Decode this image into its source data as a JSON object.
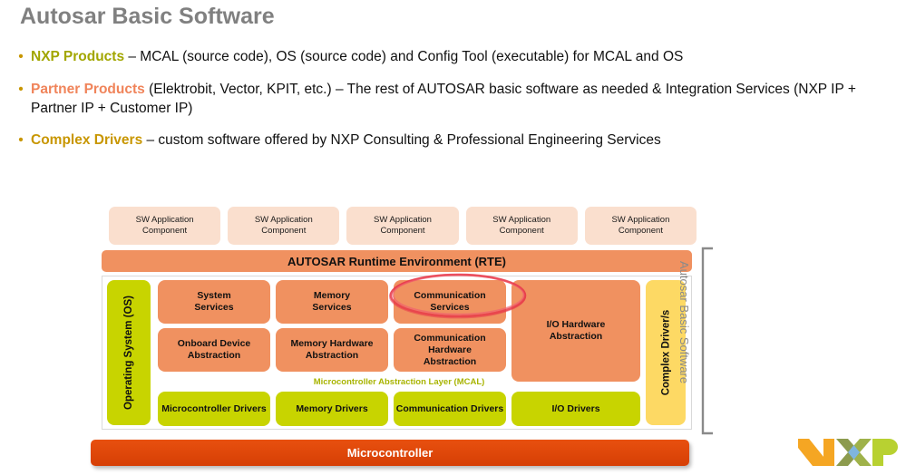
{
  "slide": {
    "title": "Autosar Basic Software",
    "bullet_marker": "•"
  },
  "bullets": [
    {
      "lead": "NXP Products",
      "lead_color": "#A2A600",
      "rest": " – MCAL (source code), OS (source code) and Config Tool (executable) for MCAL and OS"
    },
    {
      "lead": "Partner Products",
      "lead_color": "#F0845A",
      "rest": " (Elektrobit, Vector, KPIT, etc.) – The rest of AUTOSAR basic software as needed & Integration Services (NXP IP + Partner IP + Customer IP)"
    },
    {
      "lead": "Complex Drivers",
      "lead_color": "#C89600",
      "rest": " – custom software offered by NXP Consulting & Professional Engineering Services"
    }
  ],
  "diagram": {
    "sw_components": [
      {
        "line1": "SW Application",
        "line2": "Component"
      },
      {
        "line1": "SW Application",
        "line2": "Component"
      },
      {
        "line1": "SW Application",
        "line2": "Component"
      },
      {
        "line1": "SW Application",
        "line2": "Component"
      },
      {
        "line1": "SW Application",
        "line2": "Component"
      }
    ],
    "rte_label": "AUTOSAR Runtime Environment (RTE)",
    "os_label": "Operating System (OS)",
    "complex_drivers_label": "Complex Driver/s",
    "services": {
      "system": "System\nServices",
      "system_l1": "System",
      "system_l2": "Services",
      "memory_l1": "Memory",
      "memory_l2": "Services",
      "communication_l1": "Communication",
      "communication_l2": "Services",
      "io_l1": "I/O Hardware",
      "io_l2": "Abstraction"
    },
    "hardware_abstraction": {
      "onboard_l1": "Onboard Device",
      "onboard_l2": "Abstraction",
      "memory_l1": "Memory Hardware",
      "memory_l2": "Abstraction",
      "communication_l1": "Communication Hardware",
      "communication_l2": "Abstraction"
    },
    "mcal_label": "Microcontroller Abstraction Layer (MCAL)",
    "drivers": {
      "microcontroller": "Microcontroller Drivers",
      "memory": "Memory Drivers",
      "communication": "Communication Drivers",
      "io": "I/O Drivers"
    },
    "bracket_label": "Autosar Basic Software",
    "microcontroller_bar": "Microcontroller"
  },
  "colors": {
    "title_grey": "#808080",
    "salmon_light": "#FADFCE",
    "salmon": "#F09160",
    "green": "#C8D400",
    "mcal_green_text": "#A8B400",
    "yellow": "#FDD964",
    "mcu_orange": "#E8500F",
    "annotation_red": "#E8384A",
    "bracket_grey": "#8a8a8a"
  },
  "logo": {
    "name": "nxp-logo",
    "n_color": "#F5A623",
    "x_left_color": "#8C9B4E",
    "x_mid_color": "#7FB5DE",
    "p_color": "#B8D131"
  }
}
